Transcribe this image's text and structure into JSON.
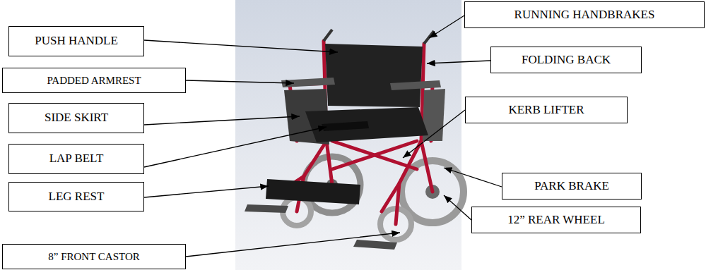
{
  "diagram": {
    "nodes": [
      {
        "text": [
          "PUSH HANDLE"
        ]
      },
      {
        "text": [
          "PADDED ARMREST"
        ]
      },
      {
        "text": [
          "SIDE SKIRT"
        ]
      },
      {
        "text": [
          "LAP BELT"
        ]
      },
      {
        "text": [
          "LEG REST"
        ]
      },
      {
        "text": [
          "8” FRONT CASTOR"
        ]
      },
      {
        "text": [
          "RUNNING HANDBRAKES"
        ]
      },
      {
        "text": [
          "FOLDING BACK"
        ]
      },
      {
        "text": [
          "KERB LIFTER"
        ]
      },
      {
        "text": [
          "PARK BRAKE"
        ]
      },
      {
        "text": [
          "12” REAR WHEEL"
        ]
      }
    ]
  }
}
